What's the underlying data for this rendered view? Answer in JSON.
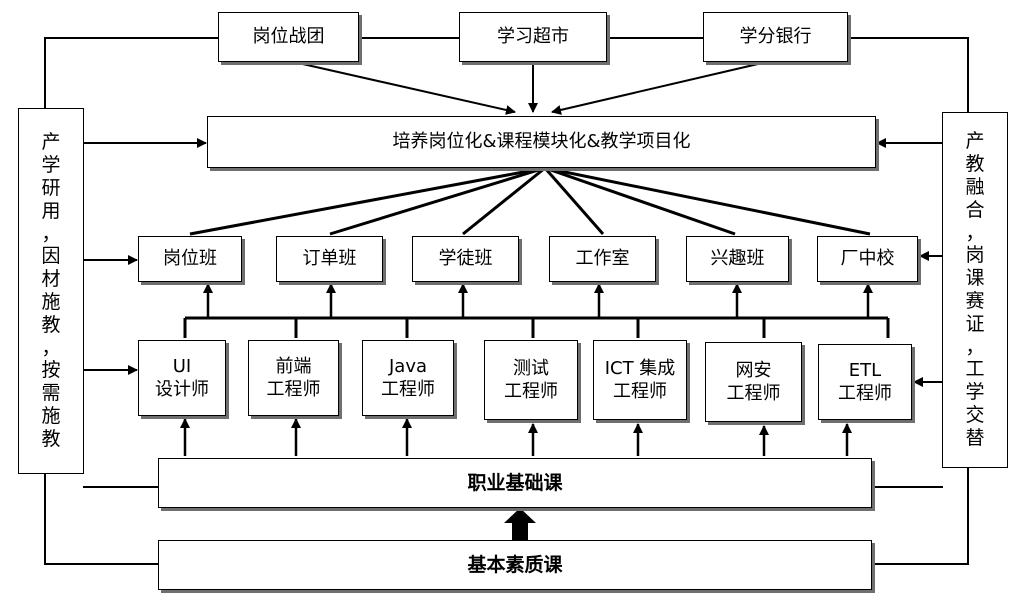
{
  "top_row": {
    "post_team": "岗位战团",
    "learning_market": "学习超市",
    "credit_bank": "学分银行"
  },
  "center_banner": "培养岗位化&课程模块化&教学项目化",
  "classes": [
    "岗位班",
    "订单班",
    "学徒班",
    "工作室",
    "兴趣班",
    "厂中校"
  ],
  "roles": [
    [
      "UI",
      "设计师"
    ],
    [
      "前端",
      "工程师"
    ],
    [
      "Java",
      "工程师"
    ],
    [
      "测试",
      "工程师"
    ],
    [
      "ICT 集成",
      "工程师"
    ],
    [
      "网安",
      "工程师"
    ],
    [
      "ETL",
      "工程师"
    ]
  ],
  "left_side": "产学研用，因材施教，按需施教",
  "right_side": "产教融合，岗课赛证，工学交替",
  "vocational_basics": "职业基础课",
  "basic_quality": "基本素质课"
}
